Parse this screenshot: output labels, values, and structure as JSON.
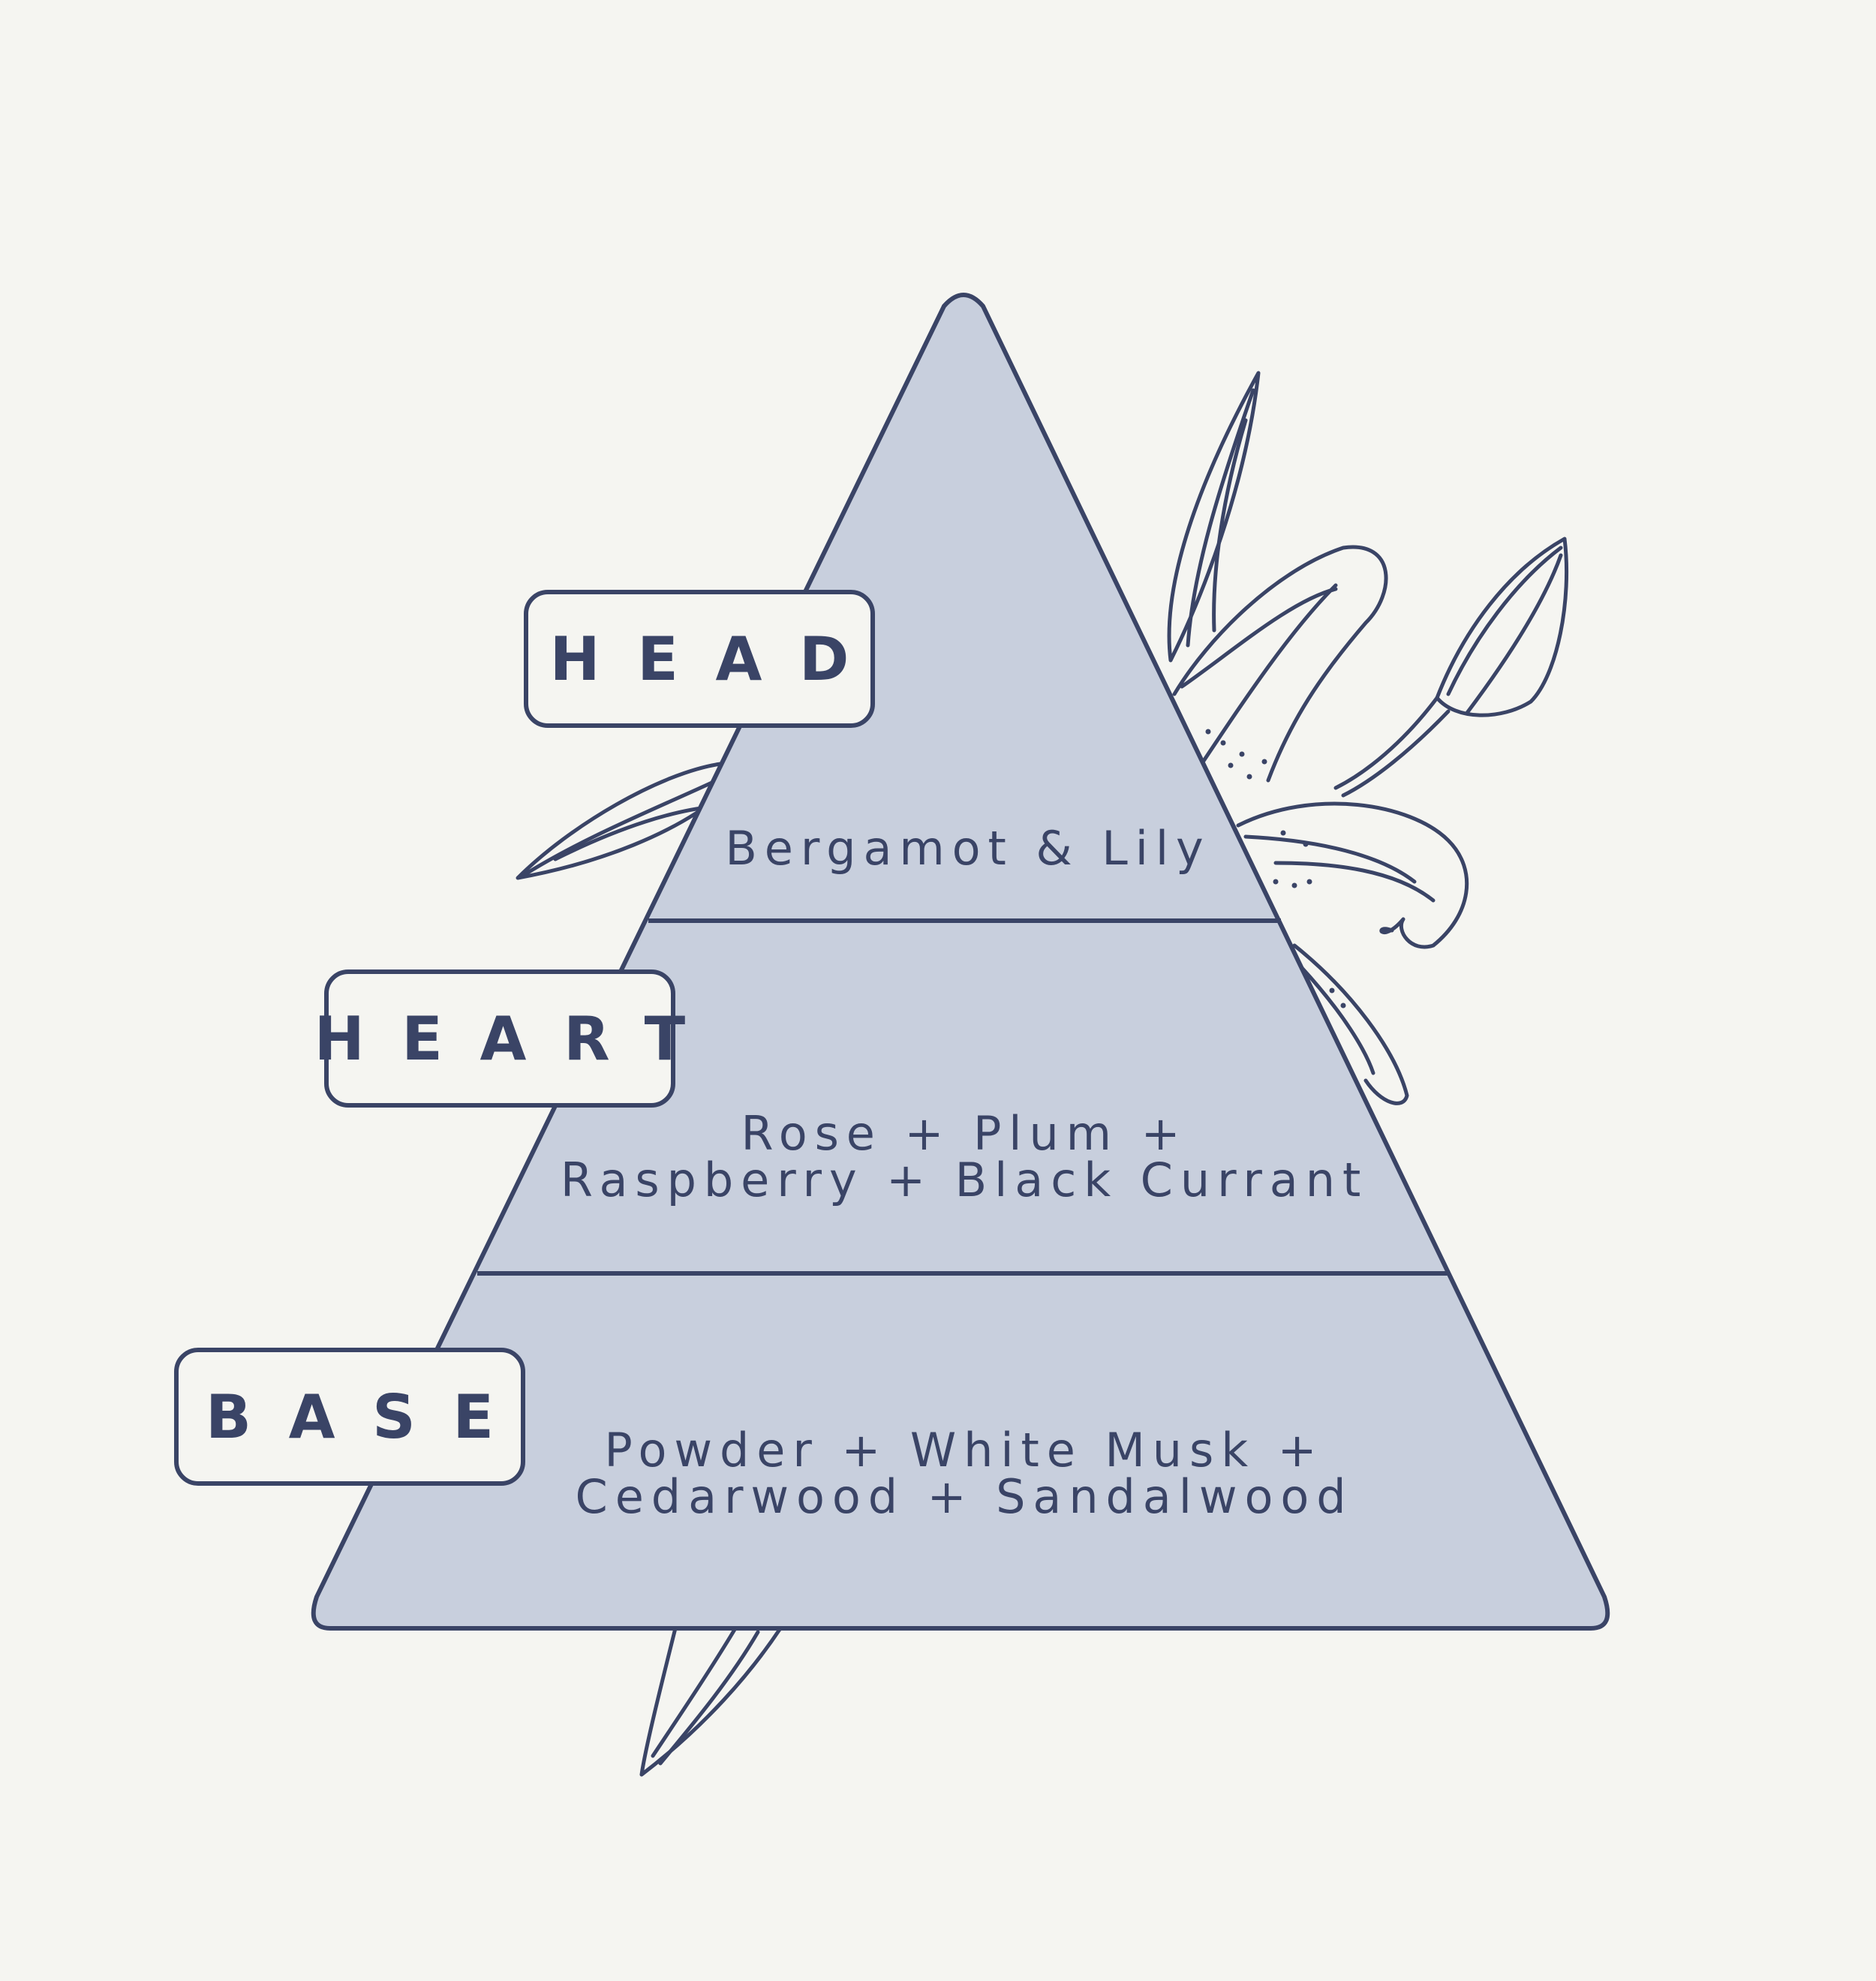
{
  "diagram": {
    "colors": {
      "background": "#f5f5f1",
      "pyramid_fill": "#c8cfdd",
      "stroke": "#3a4466"
    },
    "tiers": [
      {
        "label": "HEAD",
        "notes": [
          "Bergamot & Lily"
        ]
      },
      {
        "label": "HEART",
        "notes": [
          "Rose + Plum +",
          "Raspberry + Black Currant"
        ]
      },
      {
        "label": "BASE",
        "notes": [
          "Powder + White Musk +",
          "Cedarwood + Sandalwood"
        ]
      }
    ],
    "decoration": {
      "icon": "lily-flower-icon"
    }
  }
}
